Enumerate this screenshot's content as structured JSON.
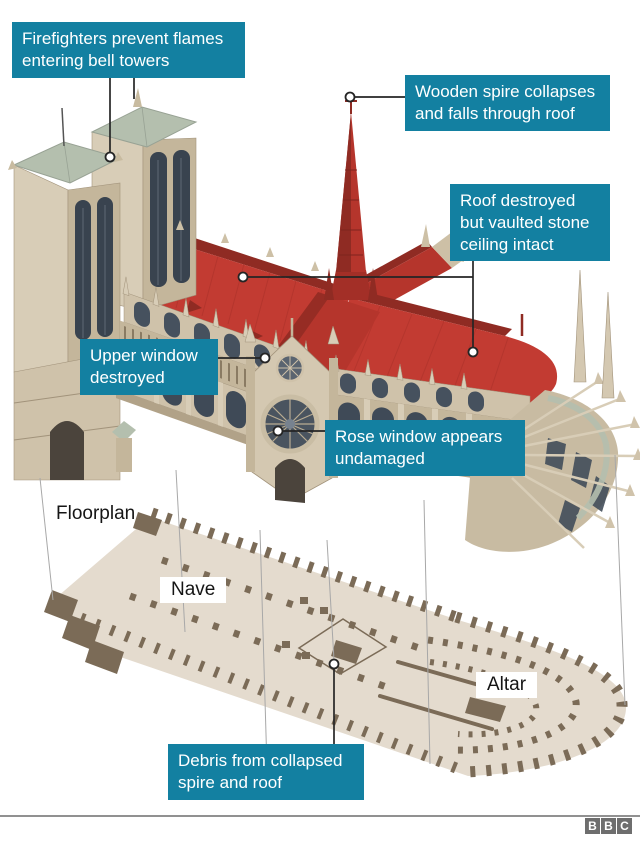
{
  "callouts": {
    "firefighters": "Firefighters prevent flames entering bell towers",
    "wooden_spire": "Wooden spire collapses and falls through roof",
    "roof_destroyed": "Roof destroyed but vaulted stone ceiling intact",
    "upper_window": "Upper window destroyed",
    "rose_window": "Rose window appears undamaged",
    "debris": "Debris from collapsed spire and roof"
  },
  "floorplan": {
    "title": "Floorplan",
    "nave_label": "Nave",
    "altar_label": "Altar"
  },
  "footer": {
    "logo": [
      "B",
      "B",
      "C"
    ]
  },
  "colors": {
    "callout_bg": "#1380A1",
    "damage_red": "#c23b32",
    "damage_red_dark": "#8f2b23",
    "stone_light": "#d8cdb7",
    "stone_mid": "#c4b69b",
    "window_dark": "#3f4a57",
    "tower_roof_sage": "#b4bfae",
    "plan_fill": "#e4dbce",
    "plan_dark": "#7b6b57",
    "leader_line": "#252525"
  }
}
